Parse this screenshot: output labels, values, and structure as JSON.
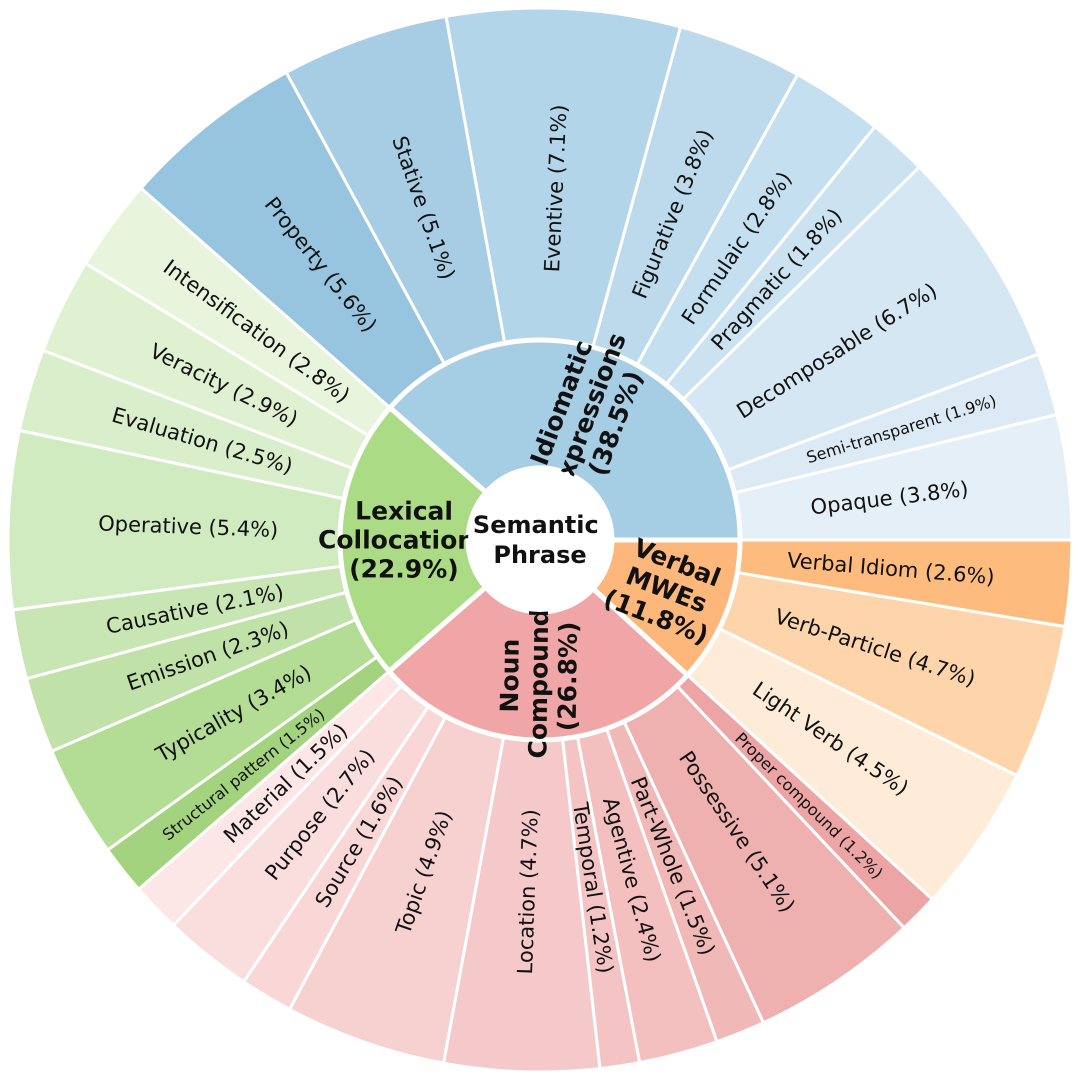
{
  "chart_data": {
    "type": "sunburst",
    "center": {
      "label_lines": [
        "Semantic",
        "Phrase"
      ]
    },
    "categories": [
      {
        "name": "Idiomatic Expressions",
        "label_lines": [
          "Idiomatic",
          "Expressions",
          "(38.5%)"
        ],
        "value": 38.5,
        "color": "#a5cde4",
        "children": [
          {
            "name": "Opaque",
            "value": 3.8,
            "label": "Opaque (3.8%)",
            "color": "#e4eff8"
          },
          {
            "name": "Semi-transparent",
            "value": 1.9,
            "label": "Semi-transparent (1.9%)",
            "color": "#dbeaf5"
          },
          {
            "name": "Decomposable",
            "value": 6.7,
            "label": "Decomposable (6.7%)",
            "color": "#d4e7f3"
          },
          {
            "name": "Pragmatic",
            "value": 1.8,
            "label": "Pragmatic (1.8%)",
            "color": "#cbe3f1"
          },
          {
            "name": "Formulaic",
            "value": 2.8,
            "label": "Formulaic (2.8%)",
            "color": "#c4dfef"
          },
          {
            "name": "Figurative",
            "value": 3.8,
            "label": "Figurative (3.8%)",
            "color": "#bcdaec"
          },
          {
            "name": "Eventive",
            "value": 7.1,
            "label": "Eventive (7.1%)",
            "color": "#b2d5ea"
          },
          {
            "name": "Stative",
            "value": 5.1,
            "label": "Stative (5.1%)",
            "color": "#a6cde4"
          },
          {
            "name": "Property",
            "value": 5.6,
            "label": "Property (5.6%)",
            "color": "#97c4de"
          }
        ]
      },
      {
        "name": "Lexical Collocations",
        "label_lines": [
          "Lexical",
          "Collocations",
          "(22.9%)"
        ],
        "value": 22.9,
        "color": "#abdb84",
        "children": [
          {
            "name": "Intensification",
            "value": 2.8,
            "label": "Intensification (2.8%)",
            "color": "#e8f5dc"
          },
          {
            "name": "Veracity",
            "value": 2.9,
            "label": "Veracity (2.9%)",
            "color": "#e0f1d2"
          },
          {
            "name": "Evaluation",
            "value": 2.5,
            "label": "Evaluation (2.5%)",
            "color": "#d9eeca"
          },
          {
            "name": "Operative",
            "value": 5.4,
            "label": "Operative (5.4%)",
            "color": "#d1ebc0"
          },
          {
            "name": "Causative",
            "value": 2.1,
            "label": "Causative (2.1%)",
            "color": "#c8e6b4"
          },
          {
            "name": "Emission",
            "value": 2.3,
            "label": "Emission (2.3%)",
            "color": "#c0e2a8"
          },
          {
            "name": "Typicality",
            "value": 3.4,
            "label": "Typicality (3.4%)",
            "color": "#b3dc94"
          },
          {
            "name": "Structural pattern",
            "value": 1.5,
            "label": "Structural pattern (1.5%)",
            "color": "#a3d37e"
          }
        ]
      },
      {
        "name": "Noun Compounds",
        "label_lines": [
          "Noun",
          "Compounds",
          "(26.8%)"
        ],
        "value": 26.8,
        "color": "#f0a6a6",
        "children": [
          {
            "name": "Material",
            "value": 1.5,
            "label": "Material (1.5%)",
            "color": "#fce6e6"
          },
          {
            "name": "Purpose",
            "value": 2.7,
            "label": "Purpose (2.7%)",
            "color": "#fadddd"
          },
          {
            "name": "Source",
            "value": 1.6,
            "label": "Source (1.6%)",
            "color": "#f9d7d7"
          },
          {
            "name": "Topic",
            "value": 4.9,
            "label": "Topic (4.9%)",
            "color": "#f7d0d0"
          },
          {
            "name": "Location",
            "value": 4.7,
            "label": "Location (4.7%)",
            "color": "#f5c9c9"
          },
          {
            "name": "Temporal",
            "value": 1.2,
            "label": "Temporal (1.2%)",
            "color": "#f4c4c4"
          },
          {
            "name": "Agentive",
            "value": 2.4,
            "label": "Agentive (2.4%)",
            "color": "#f3bfbf"
          },
          {
            "name": "Part-Whole",
            "value": 1.5,
            "label": "Part-Whole (1.5%)",
            "color": "#f1b8b8"
          },
          {
            "name": "Possessive",
            "value": 5.1,
            "label": "Possessive (5.1%)",
            "color": "#efb0b0"
          },
          {
            "name": "Proper compound",
            "value": 1.2,
            "label": "Proper compound (1.2%)",
            "color": "#eca4a4"
          }
        ]
      },
      {
        "name": "Verbal MWEs",
        "label_lines": [
          "Verbal",
          "MWEs",
          "(11.8%)"
        ],
        "value": 11.8,
        "color": "#fdb77a",
        "children": [
          {
            "name": "Light Verb",
            "value": 4.5,
            "label": "Light Verb (4.5%)",
            "color": "#feecd8"
          },
          {
            "name": "Verb-Particle",
            "value": 4.7,
            "label": "Verb-Particle (4.7%)",
            "color": "#fed5ab"
          },
          {
            "name": "Verbal Idiom",
            "value": 2.6,
            "label": "Verbal Idiom (2.6%)",
            "color": "#fdbb7e"
          }
        ]
      }
    ]
  }
}
